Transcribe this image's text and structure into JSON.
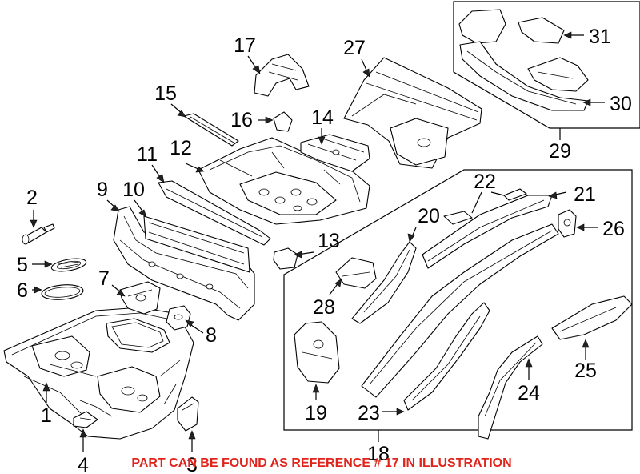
{
  "callouts": [
    {
      "id": "1",
      "label": "1"
    },
    {
      "id": "2",
      "label": "2"
    },
    {
      "id": "3",
      "label": "3"
    },
    {
      "id": "4",
      "label": "4"
    },
    {
      "id": "5",
      "label": "5"
    },
    {
      "id": "6",
      "label": "6"
    },
    {
      "id": "7",
      "label": "7"
    },
    {
      "id": "8",
      "label": "8"
    },
    {
      "id": "9",
      "label": "9"
    },
    {
      "id": "10",
      "label": "10"
    },
    {
      "id": "11",
      "label": "11"
    },
    {
      "id": "12",
      "label": "12"
    },
    {
      "id": "13",
      "label": "13"
    },
    {
      "id": "14",
      "label": "14"
    },
    {
      "id": "15",
      "label": "15"
    },
    {
      "id": "16",
      "label": "16"
    },
    {
      "id": "17",
      "label": "17"
    },
    {
      "id": "18",
      "label": "18"
    },
    {
      "id": "19",
      "label": "19"
    },
    {
      "id": "20",
      "label": "20"
    },
    {
      "id": "21",
      "label": "21"
    },
    {
      "id": "22",
      "label": "22"
    },
    {
      "id": "23",
      "label": "23"
    },
    {
      "id": "24",
      "label": "24"
    },
    {
      "id": "25",
      "label": "25"
    },
    {
      "id": "26",
      "label": "26"
    },
    {
      "id": "27",
      "label": "27"
    },
    {
      "id": "28",
      "label": "28"
    },
    {
      "id": "29",
      "label": "29"
    },
    {
      "id": "30",
      "label": "30"
    },
    {
      "id": "31",
      "label": "31"
    }
  ],
  "notice": {
    "text": "PART CAN BE FOUND AS REFERENCE # 17 IN ILLUSTRATION",
    "color": "#e0231b"
  },
  "colors": {
    "line": "#000000",
    "background": "#ffffff"
  }
}
